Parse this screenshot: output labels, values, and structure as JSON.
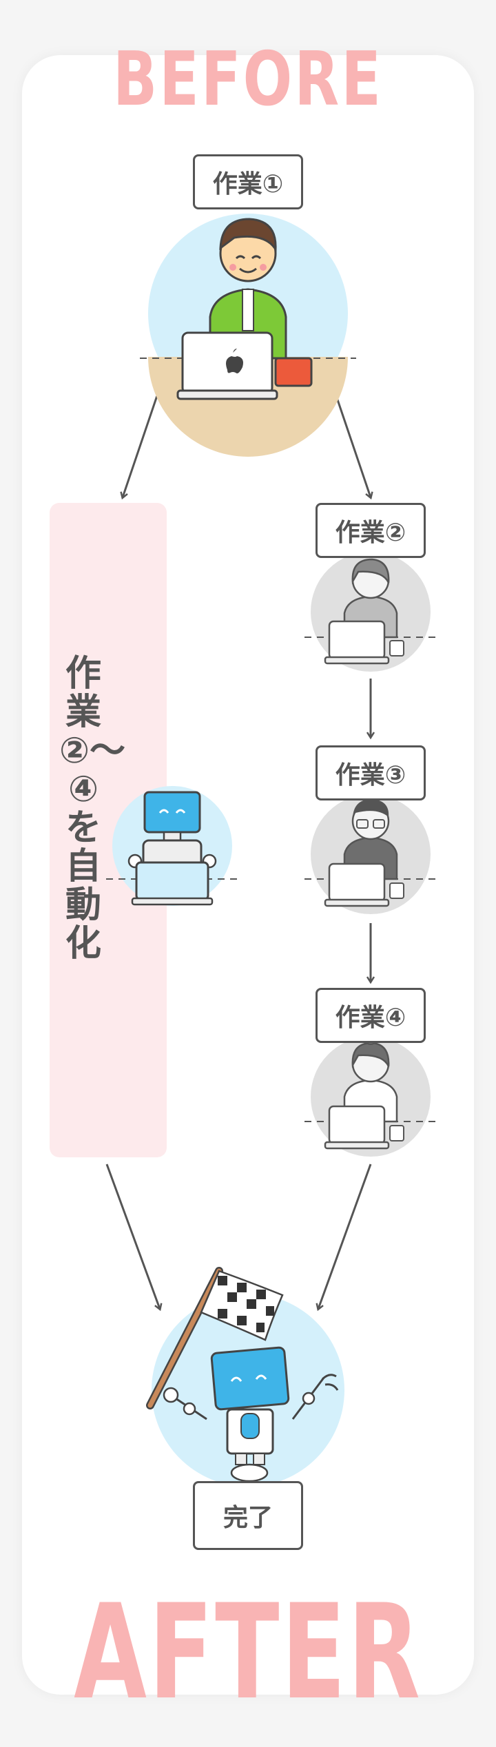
{
  "header": {
    "before_label": "BEFORE"
  },
  "tasks": {
    "task1": "作業①",
    "task2": "作業②",
    "task3": "作業③",
    "task4": "作業④"
  },
  "automation": {
    "label": "作業②〜④を自動化"
  },
  "result": {
    "done_label": "完了"
  },
  "footer": {
    "after_label": "AFTER"
  },
  "colors": {
    "title_pink": "#f9b4b4",
    "panel_pink": "#fdeaec",
    "circle_blue": "#d4f0fb",
    "gray": "#555555"
  }
}
